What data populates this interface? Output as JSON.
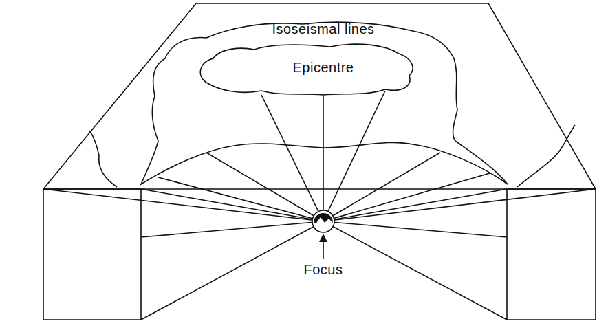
{
  "diagram": {
    "nodes": [
      {
        "text": [
          "Isoseismal lines"
        ]
      },
      {
        "text": [
          "Epicentre"
        ],
        "in": 0
      }
    ],
    "labels": [
      "Focus"
    ]
  }
}
